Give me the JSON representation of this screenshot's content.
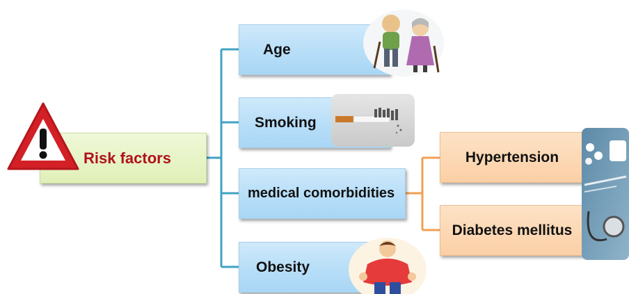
{
  "root": {
    "label": "Risk factors"
  },
  "factors": [
    {
      "label": "Age"
    },
    {
      "label": "Smoking"
    },
    {
      "label": "medical comorbidities"
    },
    {
      "label": "Obesity"
    }
  ],
  "comorbidities": [
    {
      "label": "Hypertension"
    },
    {
      "label": "Diabetes mellitus"
    }
  ],
  "colors": {
    "connector_blue": "#3fa3c2",
    "connector_orange": "#f0a050",
    "risk_text": "#b0121b",
    "warning_red": "#d32027"
  }
}
